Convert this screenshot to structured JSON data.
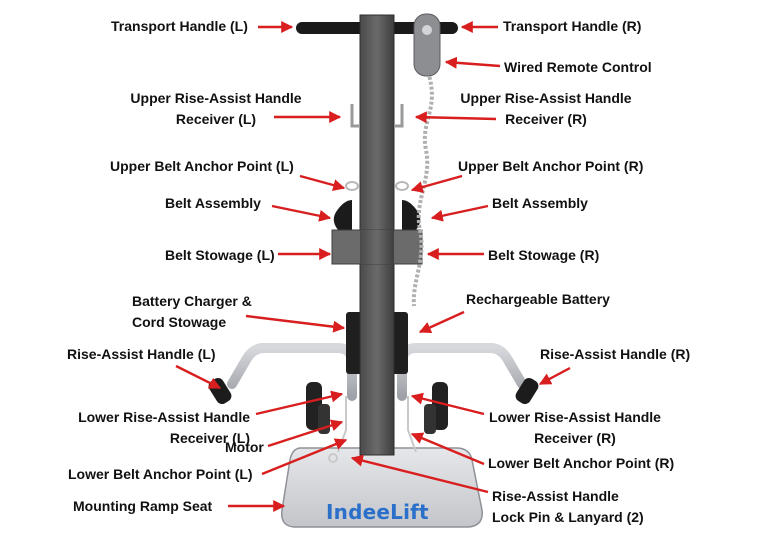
{
  "diagram": {
    "brand_logo": "IndeeLift",
    "arrow_color": "#d81e1e",
    "labels": {
      "transport_handle_l": "Transport Handle (L)",
      "transport_handle_r": "Transport Handle (R)",
      "wired_remote_control": "Wired Remote Control",
      "upper_receiver_l": "Upper Rise-Assist Handle\nReceiver (L)",
      "upper_receiver_r": "Upper Rise-Assist Handle\nReceiver (R)",
      "upper_belt_anchor_l": "Upper Belt Anchor Point (L)",
      "upper_belt_anchor_r": "Upper Belt Anchor Point (R)",
      "belt_assembly_l": "Belt Assembly",
      "belt_assembly_r": "Belt Assembly",
      "belt_stowage_l": "Belt Stowage (L)",
      "belt_stowage_r": "Belt Stowage (R)",
      "battery_charger": "Battery Charger &\nCord Stowage",
      "rechargeable_battery": "Rechargeable Battery",
      "rise_assist_handle_l": "Rise-Assist Handle (L)",
      "rise_assist_handle_r": "Rise-Assist Handle (R)",
      "lower_receiver_l": "Lower Rise-Assist Handle\nReceiver (L)",
      "lower_receiver_r": "Lower Rise-Assist Handle\nReceiver (R)",
      "motor": "Motor",
      "lower_belt_anchor_l": "Lower Belt Anchor Point (L)",
      "lower_belt_anchor_r": "Lower Belt Anchor Point (R)",
      "mounting_ramp_seat": "Mounting Ramp Seat",
      "lock_pin": "Rise-Assist Handle\nLock Pin & Lanyard (2)"
    }
  }
}
